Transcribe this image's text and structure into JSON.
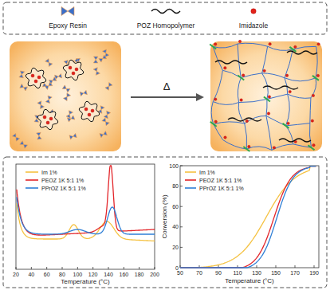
{
  "diagram": {
    "labels": [
      "Δ",
      "20",
      "40",
      "60",
      "80",
      "100",
      "120",
      "140",
      "160",
      "180",
      "200",
      "Temperature (°C)",
      "0",
      "20",
      "40",
      "60",
      "80",
      "100",
      "Conversion (%)",
      "50",
      "70",
      "90",
      "110",
      "130",
      "150",
      "170",
      "190",
      "Temperature (°C)"
    ],
    "legend": [
      {
        "text": "Epoxy Resin"
      },
      {
        "text": "POZ Homopolymer"
      },
      {
        "text": "Imidazole"
      },
      {
        "text": "Im 1%"
      },
      {
        "text": "PEOZ 1K 5:1 1%"
      },
      {
        "text": "PPrOZ 1K 5:1 1%"
      },
      {
        "text": "Im 1%"
      },
      {
        "text": "PEOZ 1K 5:1 1%"
      },
      {
        "text": "PPrOZ 1K 5:1 1%"
      }
    ]
  }
}
